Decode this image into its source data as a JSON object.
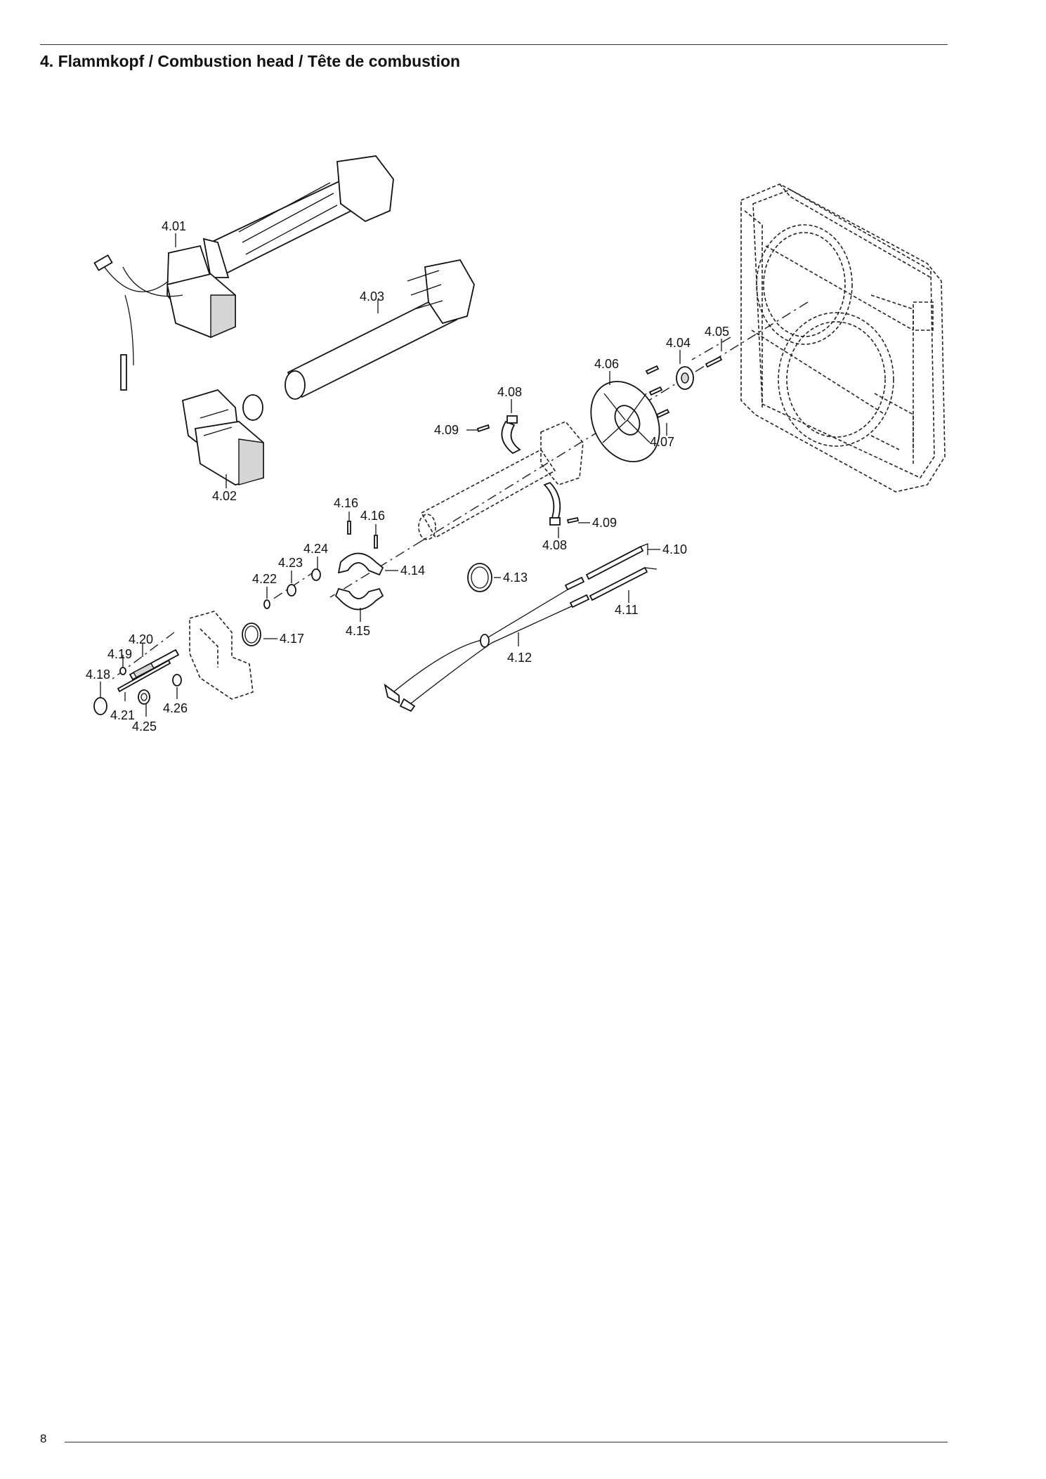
{
  "header": {
    "title": "4. Flammkopf / Combustion head / Tête de combustion"
  },
  "footer": {
    "page_number": "8"
  },
  "callouts": {
    "c4_01": "4.01",
    "c4_02": "4.02",
    "c4_03": "4.03",
    "c4_04": "4.04",
    "c4_05": "4.05",
    "c4_06": "4.06",
    "c4_07": "4.07",
    "c4_08a": "4.08",
    "c4_08b": "4.08",
    "c4_09a": "4.09",
    "c4_09b": "4.09",
    "c4_10": "4.10",
    "c4_11": "4.11",
    "c4_12": "4.12",
    "c4_13": "4.13",
    "c4_14": "4.14",
    "c4_15": "4.15",
    "c4_16a": "4.16",
    "c4_16b": "4.16",
    "c4_17": "4.17",
    "c4_18": "4.18",
    "c4_19": "4.19",
    "c4_20": "4.20",
    "c4_21": "4.21",
    "c4_22": "4.22",
    "c4_23": "4.23",
    "c4_24": "4.24",
    "c4_25": "4.25",
    "c4_26": "4.26"
  }
}
